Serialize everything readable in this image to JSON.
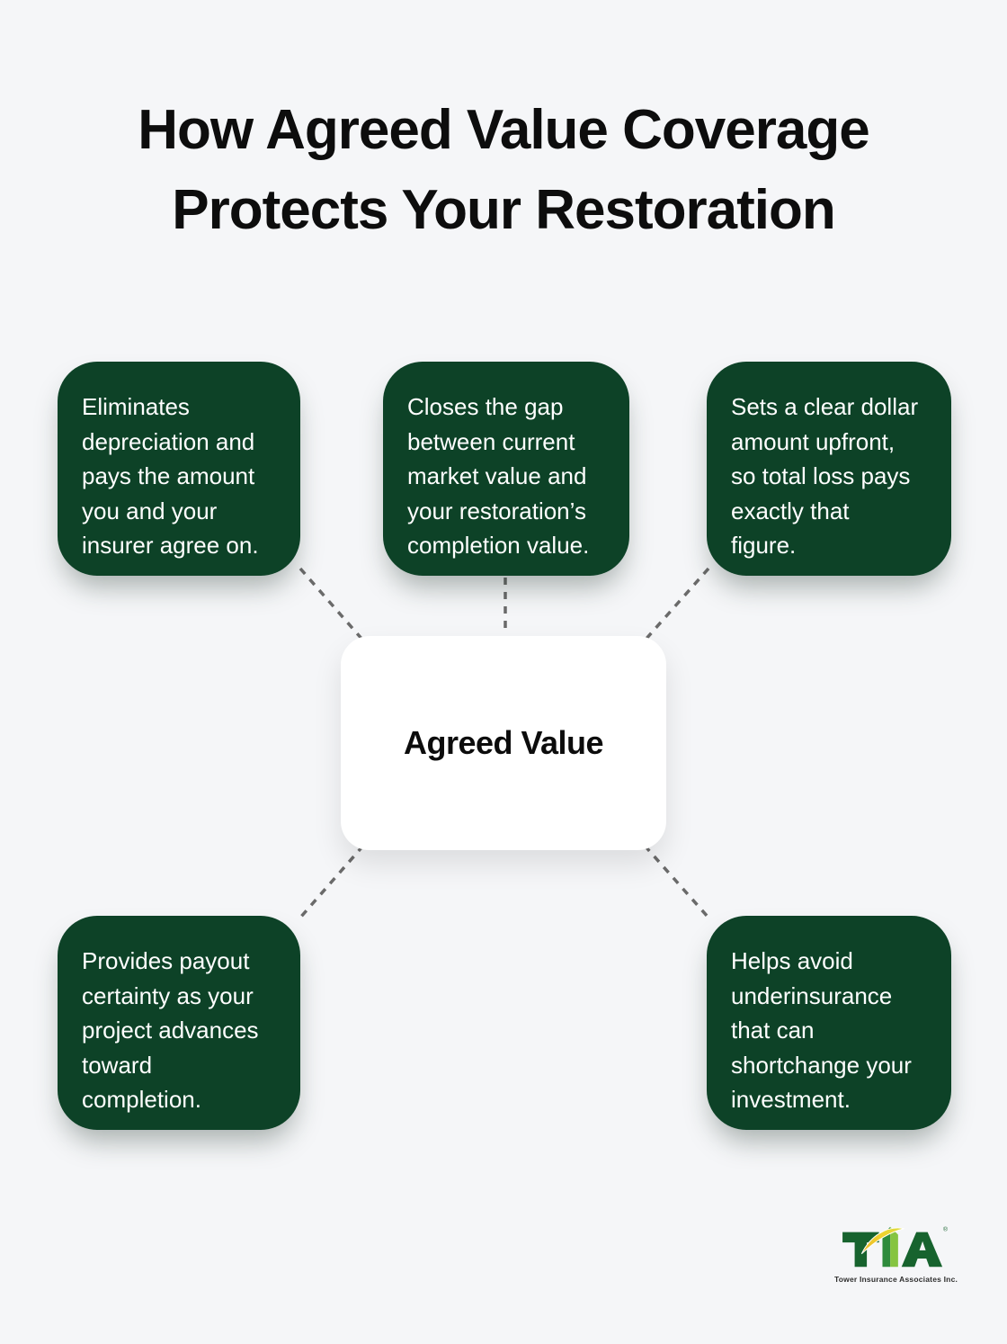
{
  "title": {
    "line1": "How Agreed Value Coverage",
    "line2": "Protects Your Restoration"
  },
  "center_node": {
    "label": "Agreed Value"
  },
  "benefits": [
    {
      "position": "top-left",
      "text": "Eliminates\ndepreciation and\npays the amount\nyou and your\ninsurer agree on."
    },
    {
      "position": "top-center",
      "text": "Closes the gap\nbetween current\nmarket value and\nyour restoration’s\ncompletion value."
    },
    {
      "position": "top-right",
      "text": "Sets a clear dollar\namount upfront,\nso total loss pays\nexactly that\nfigure."
    },
    {
      "position": "bottom-left",
      "text": "Provides payout\ncertainty as your\nproject advances\ntoward\ncompletion."
    },
    {
      "position": "bottom-right",
      "text": "Helps avoid\nunderinsurance\nthat can\nshortchange your\ninvestment."
    }
  ],
  "logo": {
    "acronym": "TIA",
    "company_name": "Tower Insurance Associates Inc.",
    "registered_mark": "®"
  },
  "colors": {
    "background": "#f5f6f8",
    "card_green": "#0d4227",
    "card_text": "#ffffff",
    "title_text": "#0d0d0d",
    "center_bg": "#ffffff",
    "connector_gray": "#6a6a6a",
    "logo_dark_green": "#17632e",
    "logo_mid_green": "#2e8b3c",
    "logo_light_green": "#85c441",
    "logo_gold": "#f2cf2e"
  }
}
